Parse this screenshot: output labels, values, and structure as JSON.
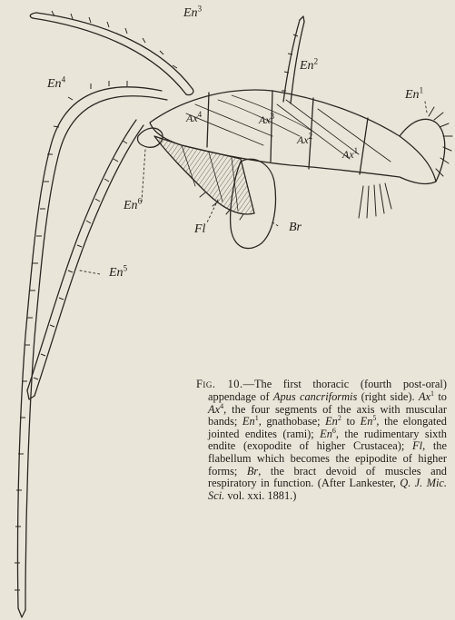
{
  "figure": {
    "labels": {
      "en1": {
        "base": "En",
        "sup": "1"
      },
      "en2": {
        "base": "En",
        "sup": "2"
      },
      "en3": {
        "base": "En",
        "sup": "3"
      },
      "en4": {
        "base": "En",
        "sup": "4"
      },
      "en5": {
        "base": "En",
        "sup": "5"
      },
      "en6": {
        "base": "En",
        "sup": "6"
      },
      "ax1": {
        "base": "Ax",
        "sup": "1"
      },
      "ax2": {
        "base": "Ax",
        "sup": "2"
      },
      "ax3": {
        "base": "Ax",
        "sup": "3"
      },
      "ax4": {
        "base": "Ax",
        "sup": "4"
      },
      "fl": "Fl",
      "br": "Br"
    }
  },
  "caption": {
    "fig_no": "Fig. 10.",
    "p1": "—The first thoracic (fourth post-oral) appendage of ",
    "species": "Apus cancriformis",
    "p2": " (right side). ",
    "ax1": "Ax",
    "ax1_sup": "1",
    "p3": " to ",
    "ax4": "Ax",
    "ax4_sup": "4",
    "p4": ", the four segments of the axis with muscular bands; ",
    "en1": "En",
    "en1_sup": "1",
    "p5": ", gnathobase; ",
    "en2": "En",
    "en2_sup": "2",
    "p6": " to ",
    "en5": "En",
    "en5_sup": "5",
    "p7": ", the elongated jointed endites (rami); ",
    "en6": "En",
    "en6_sup": "6",
    "p8": ", the rudimentary sixth endite (exopodite of higher Crustacea); ",
    "fl": "Fl",
    "p9": ", the flabellum which becomes the epipodite of higher forms; ",
    "br": "Br",
    "p10": ", the bract devoid of muscles and respiratory in function. (After Lankester, ",
    "journal": "Q. J. Mic. Sci.",
    "p11": " vol. xxi. 1881.)"
  }
}
